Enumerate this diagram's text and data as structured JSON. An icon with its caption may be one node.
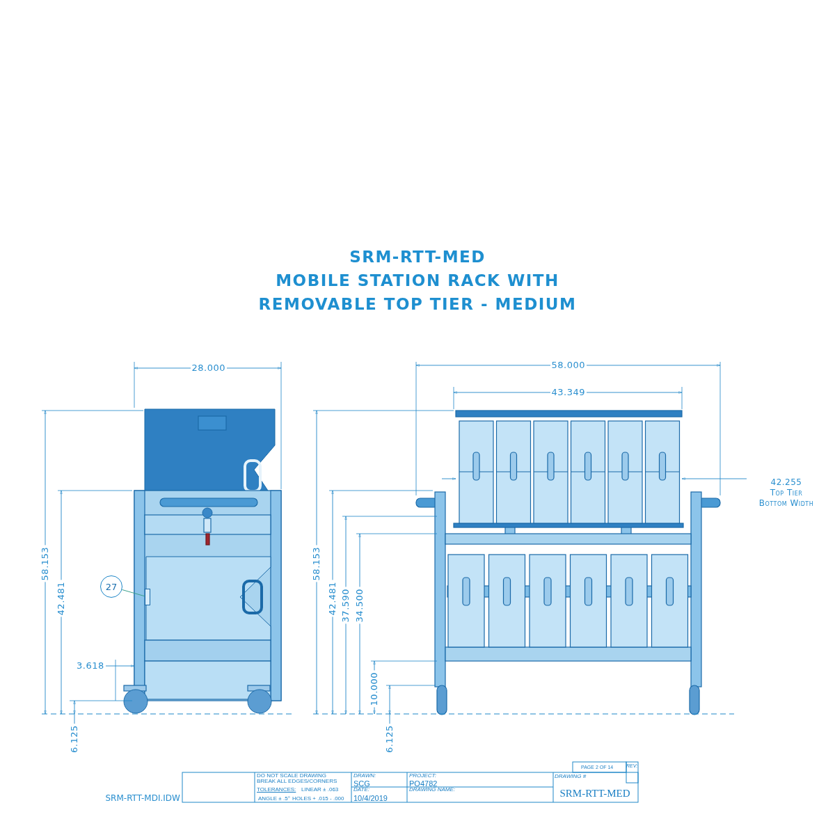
{
  "diagram": {
    "title": "SRM-RTT-MED MOBILE STATION RACK WITH REMOVABLE TOP TIER - MEDIUM",
    "nodes": [
      {
        "text": [
          "27"
        ]
      },
      {
        "text": [],
        "shape": "box"
      }
    ],
    "edges": [
      {
        "from": 0,
        "to": 1,
        "arrow": "none"
      }
    ],
    "labels": [
      "28.000",
      "58.000",
      "43.349",
      "42.255 Top Tier Bottom Width",
      "58.153",
      "42.481",
      "3.618",
      "6.125",
      "58.153",
      "42.481",
      "37.590",
      "34.500",
      "10.000",
      "6.125",
      "PAGE 2 OF 14",
      "REV:",
      "DO NOT SCALE DRAWING",
      "BREAK ALL EDGES/CORNERS",
      "DRAWN:",
      "SCG",
      "DATE:",
      "10/4/2019",
      "PROJECT:",
      "PO4782",
      "DRAWING NAME:",
      "DRAWING #",
      "SRM-RTT-MED",
      "TOLERANCES:",
      "LINEAR ± .063",
      "ANGLE ± .5°",
      "HOLES + .015 - .000",
      "SRM-RTT-MDI.IDW"
    ]
  }
}
